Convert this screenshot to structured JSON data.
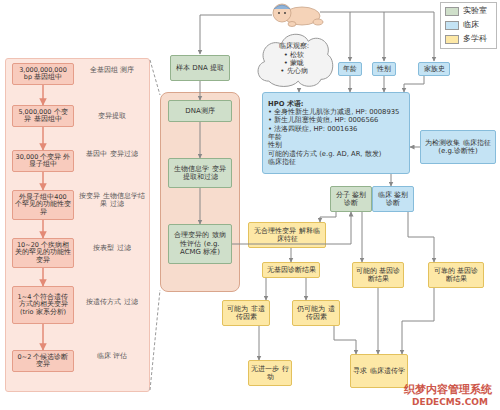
{
  "diagram": {
    "nodes": [
      {
        "text": [
          "3,000,000,000 bp 基因组中"
        ]
      },
      {
        "text": [
          "5,000,000 个变异 基因组中"
        ]
      },
      {
        "text": [
          "30,000 个变异 外显子组中"
        ]
      },
      {
        "text": [
          "外显子组中400 个罕见的功能性变异"
        ]
      },
      {
        "text": [
          "10~20 个疾病相关的罕见的功能性变异"
        ]
      },
      {
        "text": [
          "1~4 个符合遗传方式的相关变异 (trio 家系分析)"
        ]
      },
      {
        "text": [
          "0~2 个候选诊断变异"
        ]
      },
      {
        "text": [
          "样本 DNA 提取"
        ]
      },
      {
        "text": [
          "DNA测序"
        ]
      },
      {
        "text": [
          "生物信息学 变异提取和过滤"
        ]
      },
      {
        "text": [
          "合理变异的 致病性评估 (e.g. ACMG 标准)"
        ]
      },
      {
        "text": [
          "临床观察:",
          "• 松软",
          "• 蒙眬",
          "• 先心病"
        ]
      },
      {
        "text": [
          "年龄"
        ]
      },
      {
        "text": [
          "性别"
        ]
      },
      {
        "text": [
          "家族史"
        ]
      },
      {
        "text": [
          "HPO 术语:",
          "• 全身性新生儿肌张力减退, HP: 0008935",
          "• 新生儿阻塞性黄疸, HP: 0006566",
          "• 法洛四联症, HP: 0001636",
          "年龄",
          "性别",
          "可能的遗传方式 (e.g. AD, AR, 散发)",
          "临床指征"
        ]
      },
      {
        "text": [
          "为检测收集 临床指征 (e.g.诊断性)"
        ]
      },
      {
        "text": [
          "分子 鉴别诊断"
        ]
      },
      {
        "text": [
          "临床 鉴别诊断"
        ]
      },
      {
        "text": [
          "无合理性变异 解释临床特征"
        ]
      },
      {
        "text": [
          "无基因诊断结果"
        ]
      },
      {
        "text": [
          "可能的 基因诊断结果"
        ]
      },
      {
        "text": [
          "可靠的 基因诊断结果"
        ]
      },
      {
        "text": [
          "可能为 非遗传因素"
        ]
      },
      {
        "text": [
          "仍可能为 遗传因素"
        ]
      },
      {
        "text": [
          "无进一步 行动"
        ]
      },
      {
        "text": [
          "寻求 临床遗传学"
        ]
      }
    ],
    "edges": [
      {
        "from": 0,
        "to": 1,
        "arrow": "to"
      },
      {
        "from": 1,
        "to": 2,
        "arrow": "to"
      },
      {
        "from": 2,
        "to": 3,
        "arrow": "to"
      },
      {
        "from": 3,
        "to": 4,
        "arrow": "to"
      },
      {
        "from": 4,
        "to": 5,
        "arrow": "to"
      },
      {
        "from": 5,
        "to": 6,
        "arrow": "to"
      },
      {
        "from": 7,
        "to": 8,
        "arrow": "to"
      },
      {
        "from": 8,
        "to": 9,
        "arrow": "to"
      },
      {
        "from": 9,
        "to": 10,
        "arrow": "to"
      },
      {
        "from": 11,
        "to": 15,
        "arrow": "to"
      },
      {
        "from": 12,
        "to": 15,
        "arrow": "to"
      },
      {
        "from": 13,
        "to": 15,
        "arrow": "to"
      },
      {
        "from": 14,
        "to": 15,
        "arrow": "to"
      },
      {
        "from": 16,
        "to": 15,
        "arrow": "to"
      },
      {
        "from": 15,
        "to": 18,
        "arrow": "to"
      },
      {
        "from": 10,
        "to": 17,
        "arrow": "to"
      },
      {
        "from": 17,
        "to": 19,
        "arrow": "to"
      },
      {
        "from": 17,
        "to": 21,
        "arrow": "to"
      },
      {
        "from": 18,
        "to": 22,
        "arrow": "to"
      },
      {
        "from": 19,
        "to": 20,
        "arrow": "to"
      },
      {
        "from": 20,
        "to": 23,
        "arrow": "to"
      },
      {
        "from": 20,
        "to": 24,
        "arrow": "to"
      },
      {
        "from": 23,
        "to": 25,
        "arrow": "to"
      },
      {
        "from": 24,
        "to": 26,
        "arrow": "to"
      },
      {
        "from": 21,
        "to": 26,
        "arrow": "to"
      },
      {
        "from": 22,
        "to": 26,
        "arrow": "to"
      }
    ],
    "labels": [
      "全基因组 测序",
      "变异提取",
      "基因中 变异过滤",
      "按变异 生物信息学结果 过滤",
      "按表型 过滤",
      "按遗传方式 过滤",
      "临床 评估",
      "织梦内容管理系统",
      "DEDECMS.COM"
    ],
    "legend": [
      {
        "text": "实验室",
        "color": "#cfdfca"
      },
      {
        "text": "临床",
        "color": "#c4e3f4"
      },
      {
        "text": "多学科",
        "color": "#fde8a6"
      }
    ]
  }
}
